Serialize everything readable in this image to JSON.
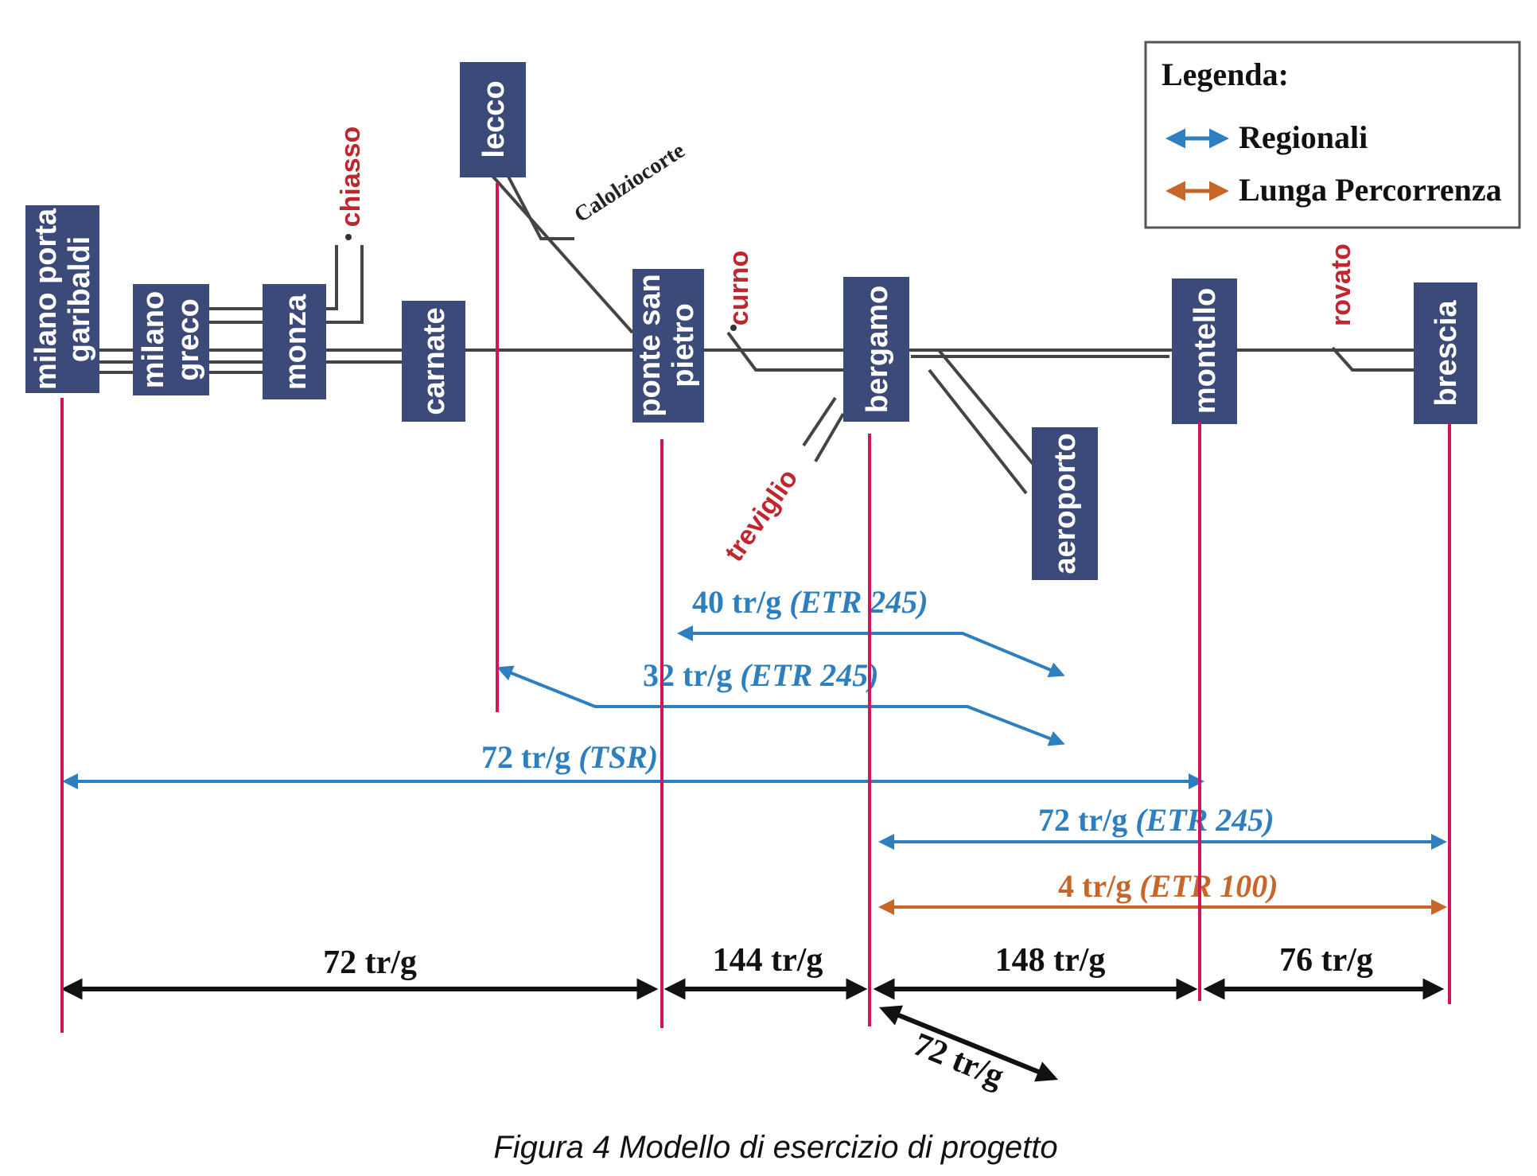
{
  "colors": {
    "regional": "#2e7fbf",
    "long_distance": "#c8662a",
    "capacity": "#111111",
    "station_fill": "#3c4a7a",
    "marker_line": "#d4145a",
    "place_text": "#c0262d"
  },
  "stations": {
    "milano_pg": [
      "milano porta",
      "garibaldi"
    ],
    "milano_greco": [
      "milano",
      "greco"
    ],
    "monza": "monza",
    "carnate": "carnate",
    "lecco": "lecco",
    "ponte_san_pietro": [
      "ponte san",
      "pietro"
    ],
    "bergamo": "bergamo",
    "montello": "montello",
    "brescia": "brescia",
    "aeroporto": "aeroporto"
  },
  "places": {
    "chiasso": "chiasso",
    "curno": "curno",
    "rovato": "rovato",
    "treviglio": "treviglio",
    "calolziocorte": "Calolziocorte"
  },
  "legend": {
    "title": "Legenda:",
    "regional": "Regionali",
    "long_distance": "Lunga Percorrenza"
  },
  "services": {
    "s1": {
      "count": "40 tr/g",
      "rolling_stock": "(ETR 245)"
    },
    "s2": {
      "count": "32 tr/g",
      "rolling_stock": "(ETR 245)"
    },
    "s3": {
      "count": "72 tr/g",
      "rolling_stock": "(TSR)"
    },
    "s4": {
      "count": "72 tr/g",
      "rolling_stock": "(ETR 245)"
    },
    "s5": {
      "count": "4 tr/g",
      "rolling_stock": "(ETR 100)"
    }
  },
  "capacities": {
    "c1": "72 tr/g",
    "c2": "144 tr/g",
    "c3": "148 tr/g",
    "c4": "76 tr/g",
    "c5": "72 tr/g"
  },
  "caption": "Figura 4 Modello di esercizio di progetto"
}
